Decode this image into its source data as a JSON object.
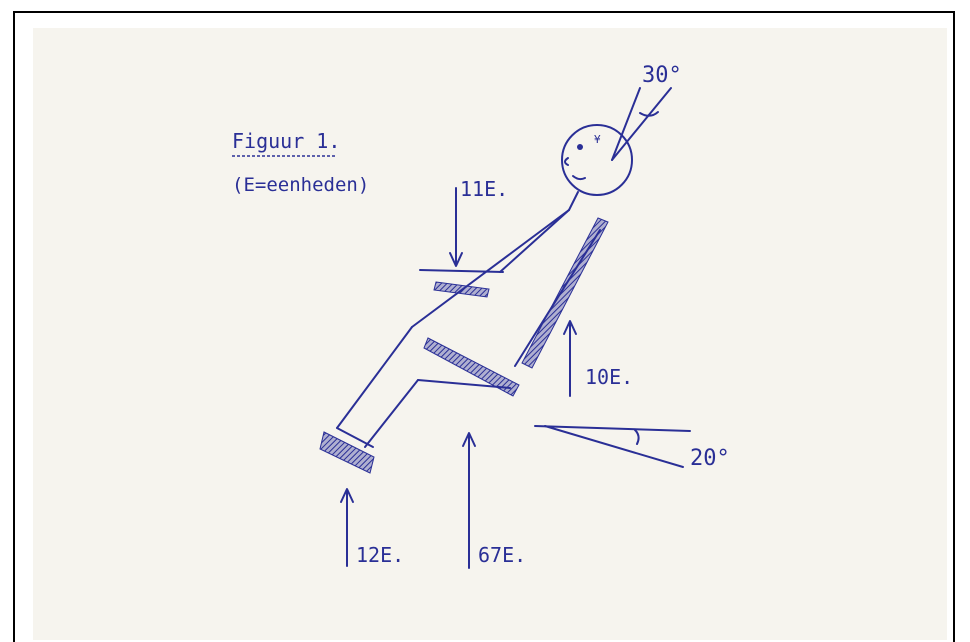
{
  "figure": {
    "title": "Figuur 1.",
    "subtitle": "(E=eenheden)"
  },
  "forces": {
    "hand_down": "11E.",
    "back_up": "10E.",
    "foot_up": "12E.",
    "seat_up": "67E."
  },
  "angles": {
    "head": "30°",
    "seat": "20°"
  },
  "colors": {
    "ink": "#2a2f96",
    "paper": "#f6f4ee",
    "frame": "#000000"
  }
}
